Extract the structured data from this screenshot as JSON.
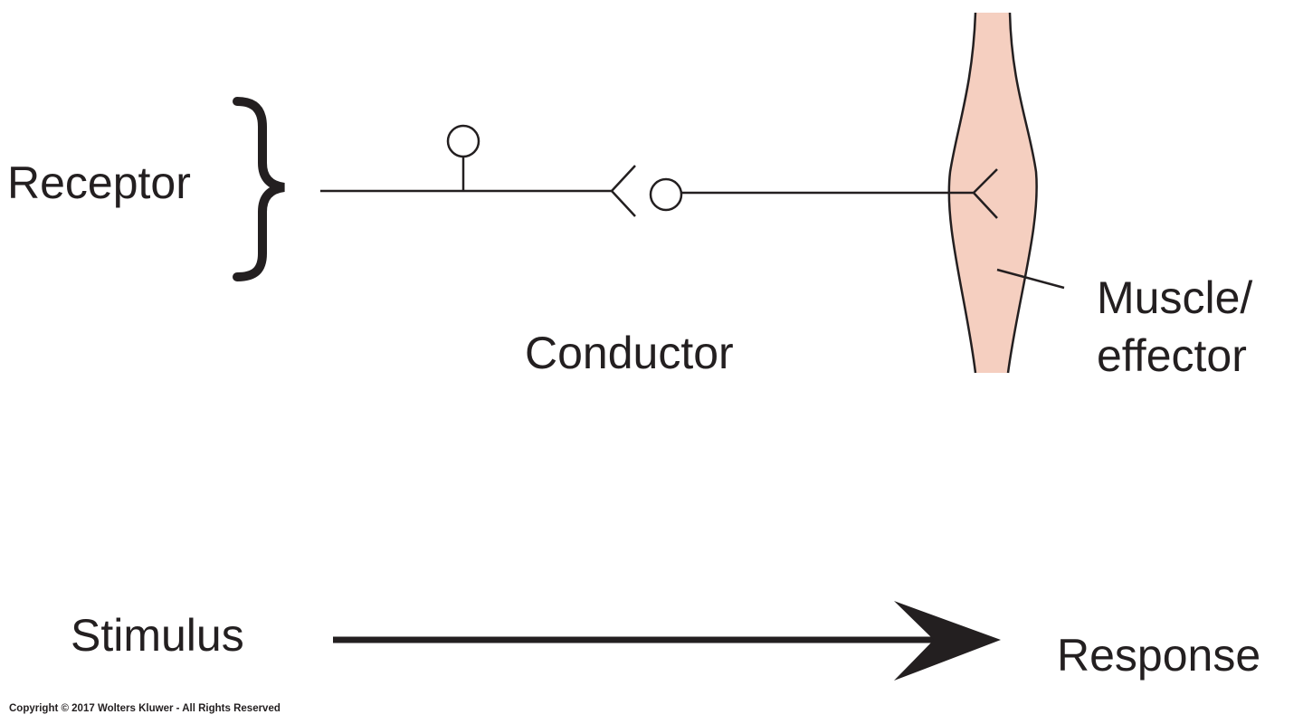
{
  "labels": {
    "receptor": "Receptor",
    "conductor": "Conductor",
    "muscle_line1": "Muscle/",
    "muscle_line2": "effector",
    "stimulus": "Stimulus",
    "response": "Response"
  },
  "copyright": "Copyright © 2017 Wolters Kluwer - All Rights Reserved",
  "colors": {
    "ink": "#231f20",
    "muscle_fill": "#f5cfc0"
  },
  "icons": {
    "receptor_bracket": "curly-brace",
    "flow_arrow": "arrow-right"
  }
}
